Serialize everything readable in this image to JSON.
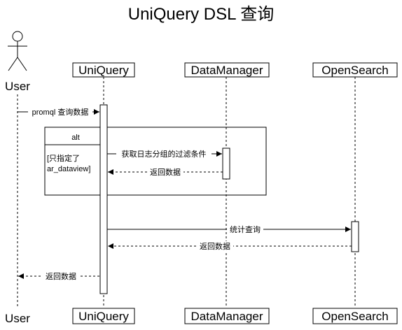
{
  "title": "UniQuery DSL 查询",
  "actor": {
    "top_label": "User",
    "bottom_label": "User"
  },
  "participants": [
    {
      "id": "uniquery",
      "label": "UniQuery"
    },
    {
      "id": "datamanager",
      "label": "DataManager"
    },
    {
      "id": "opensearch",
      "label": "OpenSearch"
    }
  ],
  "fragment": {
    "operator": "alt",
    "guard_line1": "[只指定了",
    "guard_line2": "ar_dataview]"
  },
  "messages": [
    {
      "id": "m1",
      "text": "promql 查询数据",
      "kind": "sync"
    },
    {
      "id": "m2",
      "text": "获取日志分组的过滤条件",
      "kind": "sync"
    },
    {
      "id": "m3",
      "text": "返回数据",
      "kind": "return"
    },
    {
      "id": "m4",
      "text": "统计查询",
      "kind": "sync"
    },
    {
      "id": "m5",
      "text": "返回数据",
      "kind": "return"
    },
    {
      "id": "m6",
      "text": "返回数据",
      "kind": "return"
    }
  ]
}
